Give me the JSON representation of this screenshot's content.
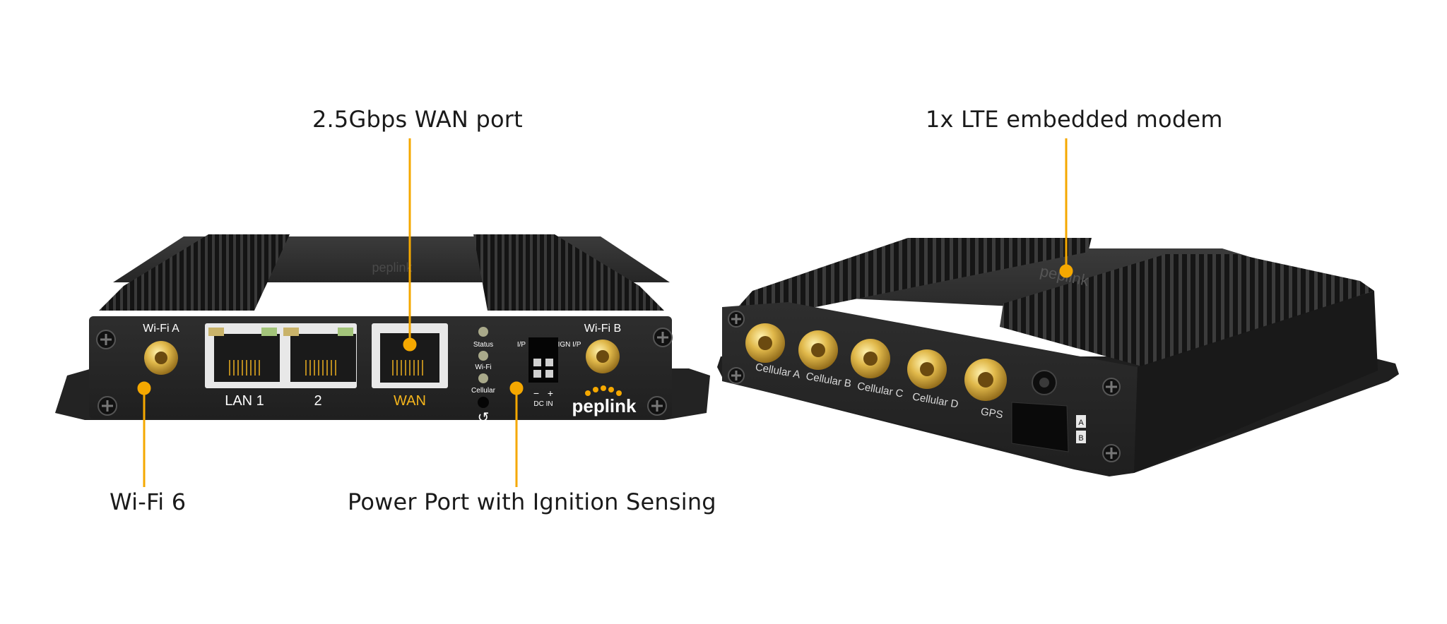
{
  "callouts": {
    "wan_port": "2.5Gbps WAN port",
    "lte_modem": "1x LTE embedded modem",
    "wifi": "Wi-Fi 6",
    "power_port": "Power Port with Ignition Sensing"
  },
  "front_panel": {
    "wifi_a": "Wi-Fi A",
    "wifi_b": "Wi-Fi B",
    "lan1": "LAN 1",
    "lan2": "2",
    "wan": "WAN",
    "status": "Status",
    "wifi_led": "Wi-Fi",
    "cellular_led": "Cellular",
    "reset_icon": "↺",
    "ip": "I/P",
    "ign_ip": "IGN I/P",
    "minus": "−",
    "plus": "+",
    "dc_in": "DC IN",
    "brand": "peplink"
  },
  "rear_panel": {
    "cellular_a": "Cellular A",
    "cellular_b": "Cellular B",
    "cellular_c": "Cellular C",
    "cellular_d": "Cellular D",
    "gps": "GPS",
    "sim_a": "A",
    "sim_b": "B"
  },
  "colors": {
    "accent": "#f5a800",
    "wan_label": "#f5b51c",
    "device_body": "#2a2a2a",
    "heatsink": "#1c1c1c",
    "connector_gold": "#d4a531"
  }
}
